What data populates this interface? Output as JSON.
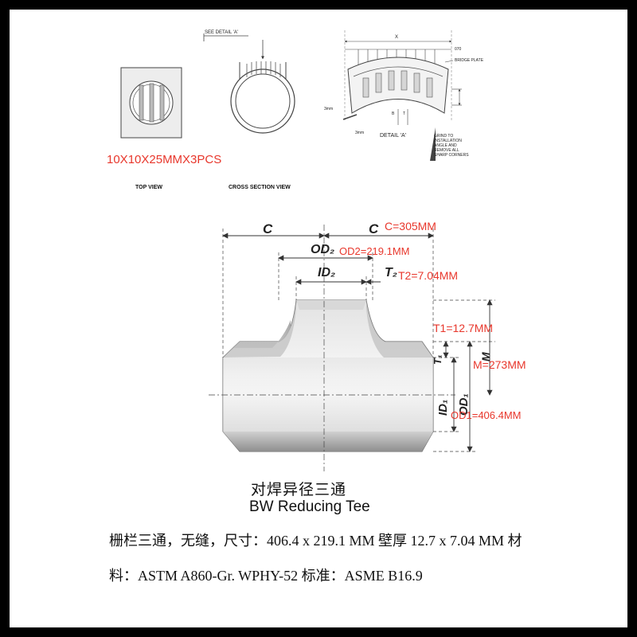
{
  "top_drawing": {
    "labels": {
      "see_detail": "SEE DETAIL 'A'",
      "dim_x": "X",
      "dim_070": "070",
      "bridge_plate": "BRIDGE PLATE",
      "dim_3mm_a": "3mm",
      "dim_3mm_b": "3mm",
      "dim_t": "T",
      "dim_b": "B",
      "detail_a": "DETAIL 'A'",
      "grind_note": [
        "GRIND TO",
        "INSTALLATION",
        "ANGLE AND",
        "REMOVE ALL",
        "SHARP CORNERS"
      ],
      "top_view": "TOP VIEW",
      "cross_section_view": "CROSS SECTION VIEW"
    },
    "bar_note": "10X10X25MMX3PCS"
  },
  "tee_drawing": {
    "dim_labels": {
      "c_left": "C",
      "c_right": "C",
      "od2": "OD₂",
      "id2": "ID₂",
      "t2": "T₂",
      "t1": "T₁",
      "m": "M",
      "id1": "ID₁",
      "od1": "OD₁"
    },
    "red_annotations": {
      "c": "C=305MM",
      "od2": "OD2=219.1MM",
      "t2": "T2=7.04MM",
      "t1": "T1=12.7MM",
      "m": "M=273MM",
      "od1": "OD1=406.4MM"
    },
    "caption_cn": "对焊异径三通",
    "caption_en": "BW Reducing Tee"
  },
  "footer": {
    "line1": "栅栏三通，无缝，尺寸：406.4 x 219.1 MM 壁厚 12.7 x 7.04 MM 材",
    "line2": "料：ASTM A860-Gr. WPHY-52 标准：ASME B16.9"
  },
  "colors": {
    "annotation": "#e8372c",
    "frame": "#000000",
    "sheet": "#ffffff"
  }
}
